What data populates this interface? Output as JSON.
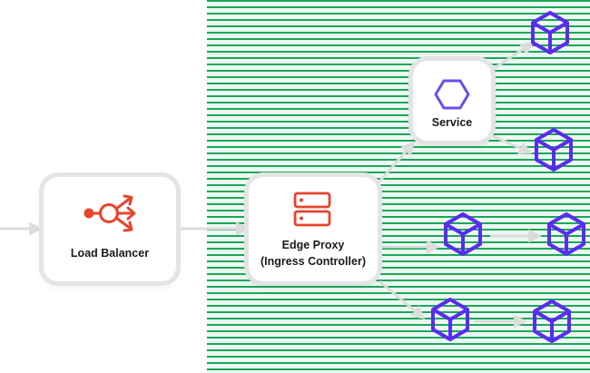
{
  "cluster": {
    "label": "",
    "background_color": "#1aa85a"
  },
  "load_balancer": {
    "label": "Load Balancer",
    "icon": "load-balancer-icon",
    "icon_color": "#e8442e"
  },
  "edge_proxy": {
    "label_line1": "Edge Proxy",
    "label_line2": "(Ingress Controller)",
    "icon": "server-stack-icon",
    "icon_color": "#e8442e"
  },
  "service": {
    "label": "Service",
    "icon": "hexagon-icon",
    "icon_color": "#6b4ef0"
  },
  "pod_color": "#5a2bf2",
  "arrow_color": "#dcdcdc",
  "pods": [
    {
      "id": "pod-top-right",
      "label": ""
    },
    {
      "id": "pod-service-lower",
      "label": ""
    },
    {
      "id": "pod-middle-left",
      "label": ""
    },
    {
      "id": "pod-middle-right",
      "label": ""
    },
    {
      "id": "pod-bottom-left",
      "label": ""
    },
    {
      "id": "pod-bottom-right",
      "label": ""
    }
  ]
}
